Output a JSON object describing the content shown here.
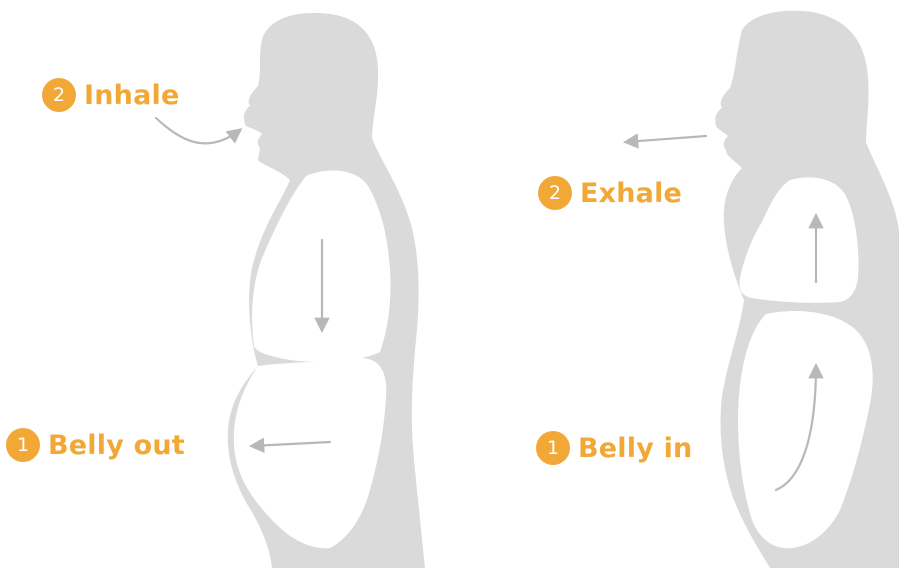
{
  "colors": {
    "accent": "#F1A836",
    "body": "#DADADA",
    "organ": "#FFFFFF",
    "arrow": "#B8B8B8"
  },
  "left_panel": {
    "labels": [
      {
        "number": "2",
        "text": "Inhale"
      },
      {
        "number": "1",
        "text": "Belly out"
      }
    ],
    "arrows": [
      "mouth-inhale-arrow-icon",
      "chest-down-arrow-icon",
      "belly-out-arrow-icon"
    ]
  },
  "right_panel": {
    "labels": [
      {
        "number": "2",
        "text": "Exhale"
      },
      {
        "number": "1",
        "text": "Belly in"
      }
    ],
    "arrows": [
      "mouth-exhale-arrow-icon",
      "chest-up-arrow-icon",
      "belly-in-arrow-icon"
    ]
  }
}
